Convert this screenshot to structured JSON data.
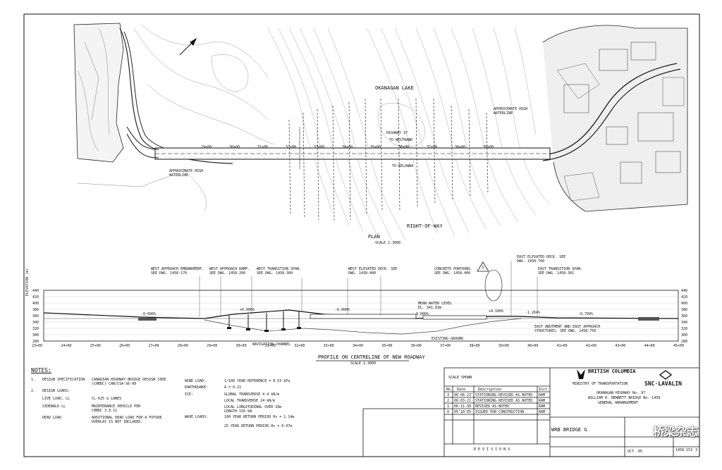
{
  "plan": {
    "lake_label": "OKANAGAN LAKE",
    "highway_label": "HIGHWAY 97",
    "to_westbank": "TO WESTBANK",
    "to_kelowna": "TO KELOWNA",
    "west_waterline": "APPROXIMATE HIGH WATERLINE",
    "east_waterline": "APPROXIMATE HIGH WATERLINE",
    "plan_title": "PLAN",
    "plan_scale": "SCALE 1:3000",
    "row_label": "RIGHT-OF-WAY",
    "stations": [
      "29+00",
      "30+00",
      "31+00",
      "32+00",
      "33+00",
      "34+00",
      "35+00",
      "36+00",
      "37+00",
      "38+00",
      "39+00"
    ]
  },
  "profile": {
    "title": "PROFILE ON CENTRELINE OF NEW ROADWAY",
    "scale": "SCALE 1:3000",
    "elev_label": "ELEVATION (m)",
    "elev_ticks": [
      "440",
      "420",
      "400",
      "380",
      "360",
      "340",
      "320",
      "300",
      "280"
    ],
    "stations": [
      "23+00",
      "24+00",
      "25+00",
      "26+00",
      "27+00",
      "28+00",
      "29+00",
      "30+00",
      "31+00",
      "32+00",
      "33+00",
      "34+00",
      "35+00",
      "36+00",
      "37+00",
      "38+00",
      "39+00",
      "40+00",
      "41+00",
      "42+00",
      "43+00",
      "44+00",
      "45+00"
    ],
    "grades": [
      "-0.690%",
      "+6.000%",
      "-6.000%",
      "0.000%",
      "+4.100%",
      "-1.264%",
      "-0.799%"
    ],
    "callouts": [
      "WEST APPROACH EMBANKMENT. SEE DWG. 1458-170",
      "WEST APPROACH RAMP. SEE DWG. 1458-200",
      "WEST TRANSITION SPAN. SEE DWG. 1458-300",
      "WEST ELEVATED DECK. SEE DWG. 1458-400",
      "CONCRETE PONTOONS. SEE DWG. 1458-400",
      "EAST ELEVATED DECK. SEE DWG. 1458-700",
      "EAST TRANSITION SPAN. SEE DWG. 1458-301"
    ],
    "mean_water": "MEAN WATER LEVEL EL. 341.83m",
    "navigation": "NAVIGATION CHANNEL",
    "existing_ground": "EXISTING GROUND",
    "east_abutment": "EAST ABUTMENT AND EAST APPROACH STRUCTURES. SEE DWG. 1458-750",
    "marker": "3"
  },
  "notes": {
    "title": "NOTES:",
    "items": [
      {
        "num": "1.",
        "label": "DESIGN SPECIFICATION",
        "value": "CANADIAN HIGHWAY BRIDGE DESIGN CODE (CHBDC) CAN/CSA-S6-00"
      },
      {
        "num": "2.",
        "label": "DESIGN LOADS:",
        "value": ""
      },
      {
        "num": "",
        "label": "LIVE LOAD, LL",
        "value": "CL-625 & LANES"
      },
      {
        "num": "",
        "label": "SIDEWALK LL",
        "value": "MAINTENANCE VEHICLE PER CHBDC 3.8.11"
      },
      {
        "num": "",
        "label": "DEAD LOAD",
        "value": "ADDITIONAL DEAD LOAD FOR A FUTURE OVERLAY IS NOT INCLUDED."
      }
    ],
    "right": [
      {
        "label": "WIND LOAD:",
        "value": "1/100 YEAR REFERENCE = 0.53 kPa"
      },
      {
        "label": "EARTHQUAKE:",
        "value": "A = 0.21"
      },
      {
        "label": "ICE:",
        "value": "GLOBAL TRANSVERSE 4.4 kN/m"
      },
      {
        "label": "",
        "value": "LOCAL TRANSVERSE 24 kN/m"
      },
      {
        "label": "",
        "value": "LOCAL LONGITUDINAL OVER 10m LENGTH 156 kN"
      },
      {
        "label": "WAVE LOADS:",
        "value": "100 YEAR RETURN PERIOD Hs = 1.14m"
      },
      {
        "label": "",
        "value": "25 YEAR RETURN PERIOD Hs = 0.97m"
      }
    ]
  },
  "title_block": {
    "scale": "SCALE SHOWN",
    "revisions_title": "R E V I S I O N S",
    "rev_headers": [
      "No.",
      "Date",
      "Description",
      "Init."
    ],
    "revisions": [
      {
        "no": "0",
        "date": "05-10-05",
        "desc": "ISSUED FOR CONSTRUCTION",
        "init": "RAM"
      },
      {
        "no": "1",
        "date": "06-11-30",
        "desc": "REVISED AS NOTED",
        "init": "RAM"
      },
      {
        "no": "2",
        "date": "06-03-21",
        "desc": "STATIONING REVISED AS NOTED",
        "init": "RAM"
      },
      {
        "no": "3",
        "date": "06-06-23",
        "desc": "STATIONING REVISED AS NOTED",
        "init": "RAM"
      }
    ],
    "bc_name": "BRITISH COLUMBIA",
    "ministry": "MINISTRY OF TRANSPORTATION",
    "firm": "SNC·LAVALIN",
    "project_line1": "OKANAGAN HIGHWAY No. 97",
    "project_line2": "WILLIAM R. BENNETT BRIDGE No. 1458",
    "project_line3": "GENERAL ARRANGEMENT",
    "drawing_label": "WRB BRIDGE G",
    "drawing_no": "1458-153",
    "sheet_rev": "3",
    "date": "OCT. 05",
    "watermark": "桥梁杂志"
  }
}
